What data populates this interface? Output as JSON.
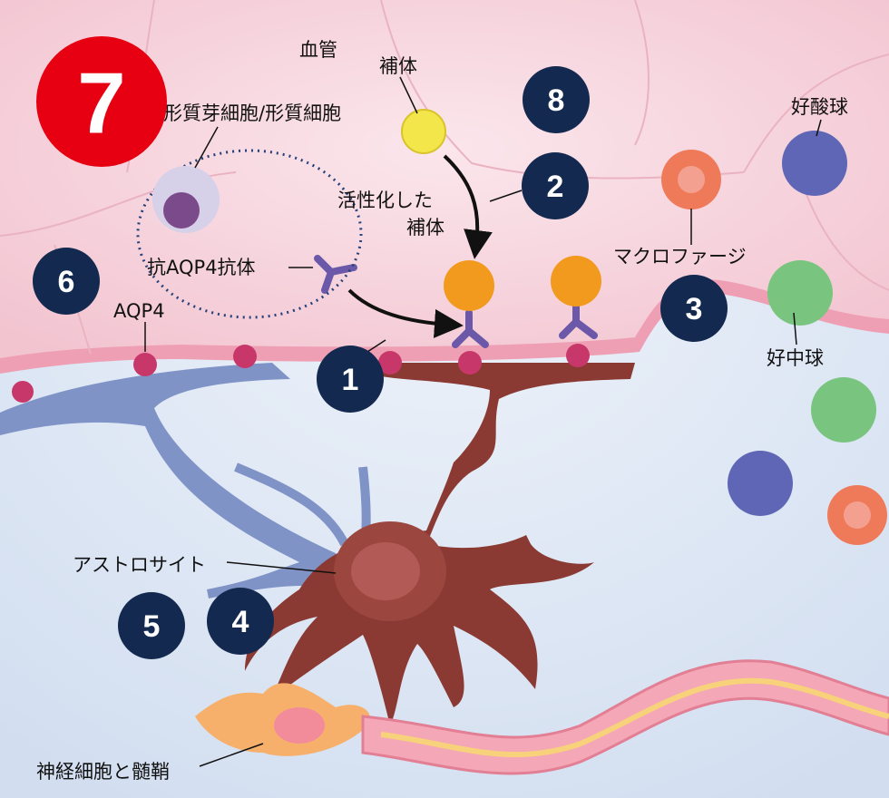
{
  "title_number": "7",
  "labels": {
    "blood_vessel": "血管",
    "complement": "補体",
    "plasma_cell": "形質芽細胞/形質細胞",
    "activated_complement_1": "活性化した",
    "activated_complement_2": "補体",
    "anti_aqp4_antibody": "抗AQP4抗体",
    "aqp4": "AQP4",
    "macrophage": "マクロファージ",
    "eosinophil": "好酸球",
    "neutrophil": "好中球",
    "astrocyte": "アストロサイト",
    "neuron_myelin": "神経細胞と髄鞘"
  },
  "markers": [
    "1",
    "2",
    "3",
    "4",
    "5",
    "6",
    "8"
  ],
  "colors": {
    "badge_red": "#e60012",
    "badge_navy": "#13294f",
    "vessel": "#f5d0da",
    "tissue": "#dfe8f3"
  }
}
